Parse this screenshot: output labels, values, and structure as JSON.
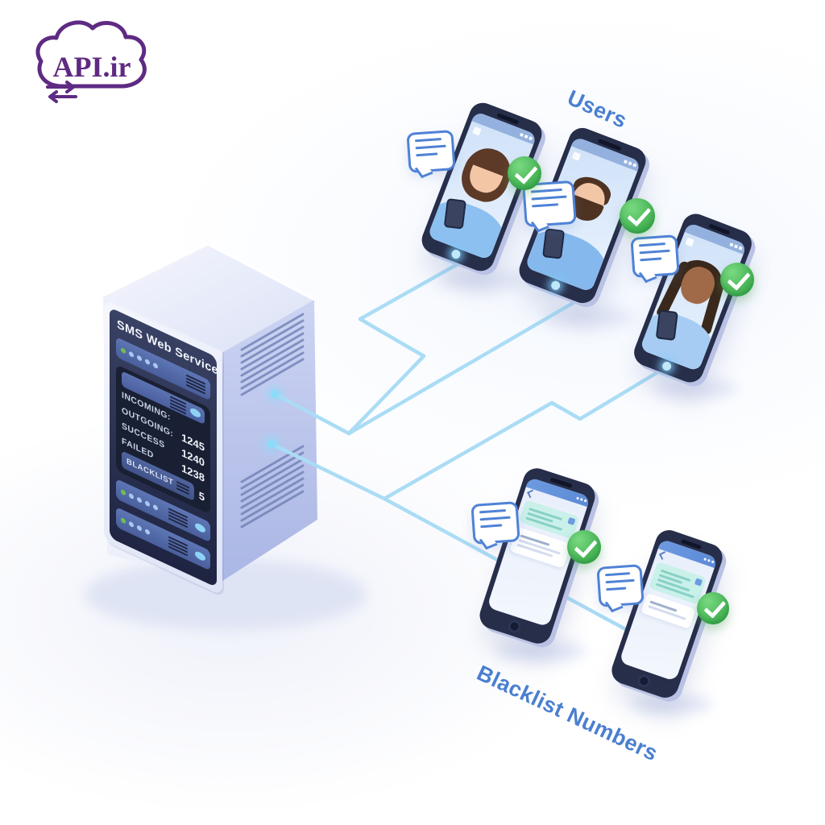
{
  "logo": {
    "text": "API.ir",
    "brand_color": "#5e2a82",
    "icon": "cloud-sync"
  },
  "server": {
    "title": "SMS Web Service",
    "stats": [
      {
        "label": "INCOMING:",
        "value": ""
      },
      {
        "label": "OUTGOING:",
        "value": "1245"
      },
      {
        "label": "SUCCESS",
        "value": "1240"
      },
      {
        "label": "FAILED",
        "value": "1238"
      }
    ],
    "blacklist": {
      "label": "BLACKLIST",
      "value": "5"
    }
  },
  "labels": {
    "users": "Users",
    "blacklist": "Blacklist Numbers"
  },
  "colors": {
    "connection_line": "#aadcf5",
    "group_label_blue": "#4a7fd0",
    "success_green": "#45b654",
    "server_panel_navy": "#242b47",
    "server_bar_blue": "#5b72b0",
    "server_body_lavender": "#c3cbee",
    "brand_purple": "#5e2a82",
    "blocked_card_mint": "#c9f0e9",
    "phone_frame_navy": "#272e4a",
    "screen_blue": "#d9e8fa"
  }
}
